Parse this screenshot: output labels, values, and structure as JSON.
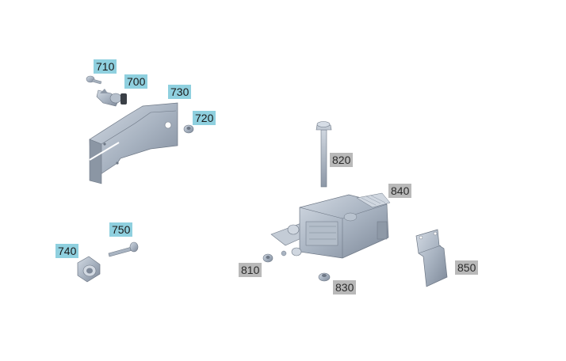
{
  "colors": {
    "highlight_label": "#8fd0df",
    "normal_label": "#b9b9b9",
    "part_fill": "#a9b4c2",
    "part_shade": "#7f8b99",
    "part_light": "#d5dbe3"
  },
  "callouts": {
    "c700": "700",
    "c710": "710",
    "c720": "720",
    "c730": "730",
    "c740": "740",
    "c750": "750",
    "c810": "810",
    "c820": "820",
    "c830": "830",
    "c840": "840",
    "c850": "850"
  }
}
